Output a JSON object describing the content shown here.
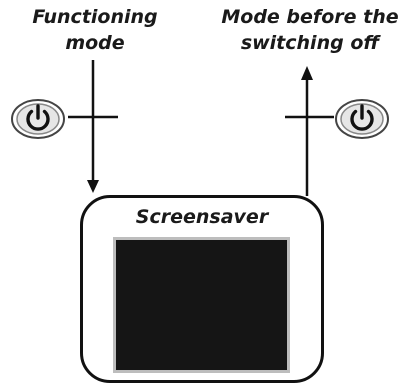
{
  "labels": {
    "functioning_mode": [
      "Functioning",
      "mode"
    ],
    "mode_before_off": [
      "Mode before the",
      "switching off"
    ]
  },
  "device": {
    "title": "Screensaver"
  },
  "icons": {
    "left": "power-icon",
    "right": "power-icon"
  },
  "colors": {
    "stroke": "#111111",
    "screen": "#151515",
    "screen_border": "#bdbdbd"
  }
}
